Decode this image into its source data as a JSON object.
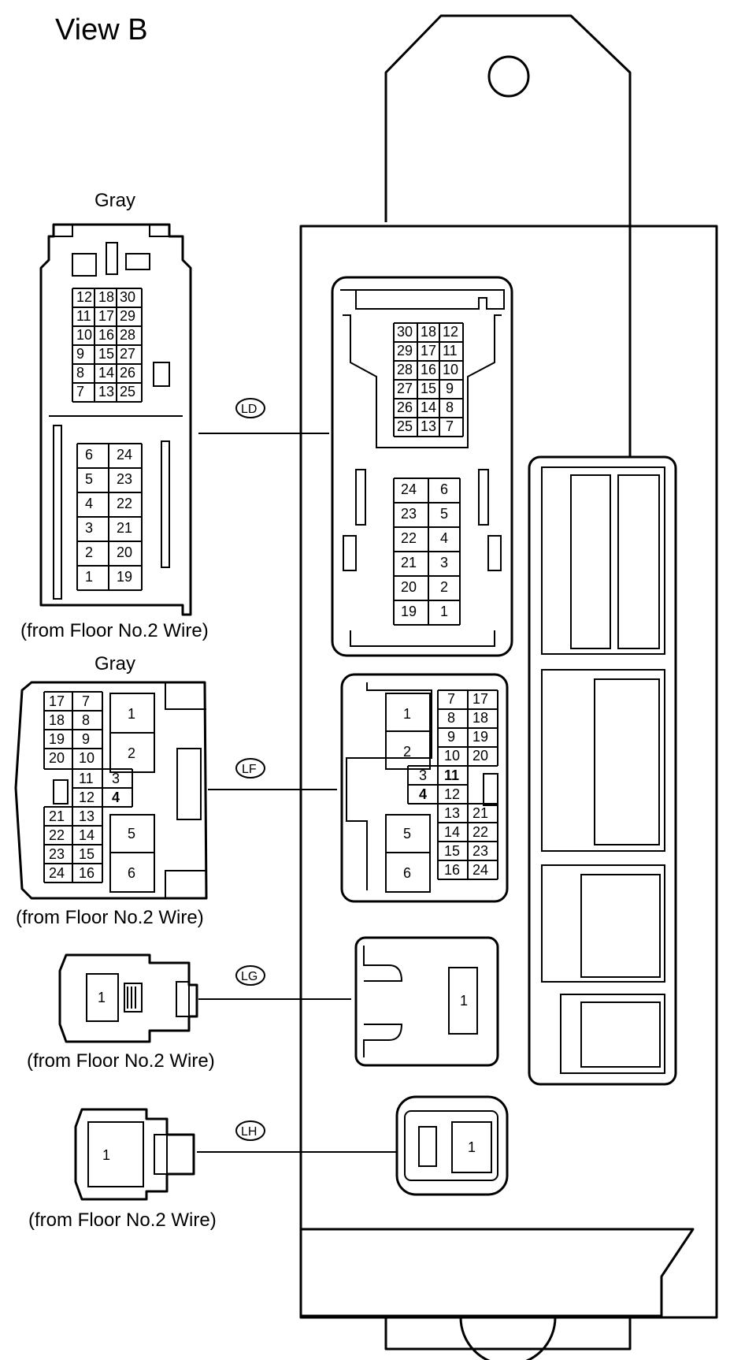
{
  "title": "View B",
  "connectors": {
    "LD": {
      "code": "LD",
      "color": "Gray",
      "source": "(from Floor No.2 Wire)",
      "upper_left": [
        [
          "12",
          "18",
          "30"
        ],
        [
          "11",
          "17",
          "29"
        ],
        [
          "10",
          "16",
          "28"
        ],
        [
          "9",
          "15",
          "27"
        ],
        [
          "8",
          "14",
          "26"
        ],
        [
          "7",
          "13",
          "25"
        ]
      ],
      "lower_left": [
        [
          "6",
          "24"
        ],
        [
          "5",
          "23"
        ],
        [
          "4",
          "22"
        ],
        [
          "3",
          "21"
        ],
        [
          "2",
          "20"
        ],
        [
          "1",
          "19"
        ]
      ],
      "upper_right": [
        [
          "30",
          "18",
          "12"
        ],
        [
          "29",
          "17",
          "11"
        ],
        [
          "28",
          "16",
          "10"
        ],
        [
          "27",
          "15",
          "9"
        ],
        [
          "26",
          "14",
          "8"
        ],
        [
          "25",
          "13",
          "7"
        ]
      ],
      "lower_right": [
        [
          "24",
          "6"
        ],
        [
          "23",
          "5"
        ],
        [
          "22",
          "4"
        ],
        [
          "21",
          "3"
        ],
        [
          "20",
          "2"
        ],
        [
          "19",
          "1"
        ]
      ]
    },
    "LF": {
      "code": "LF",
      "color": "Gray",
      "source": "(from Floor No.2 Wire)",
      "left_pins": [
        "17",
        "7",
        "18",
        "8",
        "19",
        "9",
        "20",
        "10",
        "11",
        "3",
        "12",
        "4",
        "21",
        "13",
        "22",
        "14",
        "23",
        "15",
        "24",
        "16",
        "1",
        "2",
        "5",
        "6"
      ],
      "right_pins": [
        "1",
        "2",
        "7",
        "17",
        "8",
        "18",
        "9",
        "19",
        "10",
        "20",
        "3",
        "11",
        "4",
        "12",
        "13",
        "21",
        "14",
        "22",
        "15",
        "23",
        "16",
        "24",
        "5",
        "6"
      ]
    },
    "LG": {
      "code": "LG",
      "source": "(from Floor No.2 Wire)",
      "left_pin": "1",
      "right_pin": "1"
    },
    "LH": {
      "code": "LH",
      "source": "(from Floor No.2 Wire)",
      "left_pin": "1",
      "right_pin": "1"
    }
  }
}
